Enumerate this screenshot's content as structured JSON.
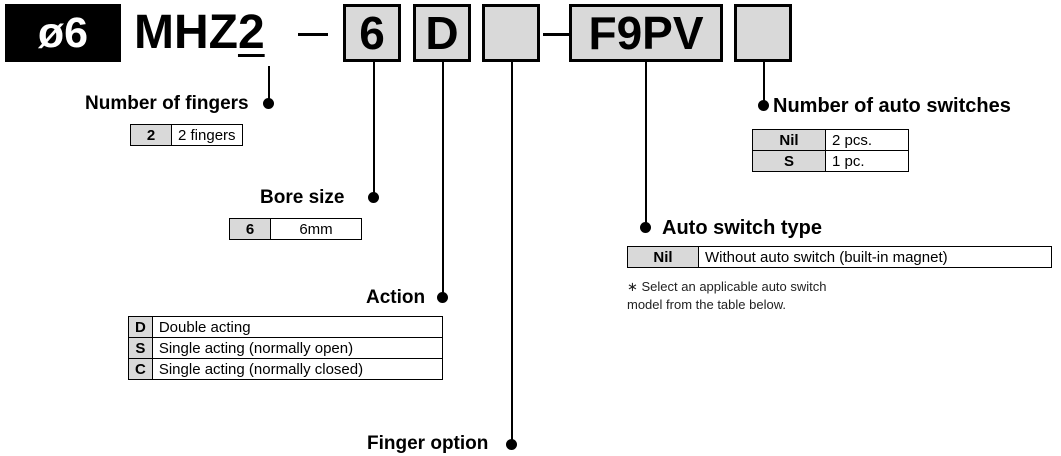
{
  "header": {
    "bore_badge": "ø6",
    "series_prefix": "MHZ",
    "series_fingers_digit": "2",
    "code_bore": "6",
    "code_action": "D",
    "code_finger_option": "",
    "code_switch_type": "F9PV",
    "code_switch_count": ""
  },
  "number_of_fingers": {
    "label": "Number of fingers",
    "rows": [
      {
        "code": "2",
        "desc": "2 fingers"
      }
    ]
  },
  "bore_size": {
    "label": "Bore size",
    "rows": [
      {
        "code": "6",
        "desc": "6mm"
      }
    ]
  },
  "action": {
    "label": "Action",
    "rows": [
      {
        "code": "D",
        "desc": "Double acting"
      },
      {
        "code": "S",
        "desc": "Single acting (normally open)"
      },
      {
        "code": "C",
        "desc": "Single acting (normally closed)"
      }
    ]
  },
  "finger_option": {
    "label": "Finger option"
  },
  "auto_switch_type": {
    "label": "Auto switch type",
    "rows": [
      {
        "code": "Nil",
        "desc": "Without auto switch (built-in magnet)"
      }
    ],
    "note": "∗ Select an applicable auto switch model from the table below."
  },
  "number_of_auto_switches": {
    "label": "Number of auto switches",
    "rows": [
      {
        "code": "Nil",
        "desc": "2 pcs."
      },
      {
        "code": "S",
        "desc": "1 pc."
      }
    ]
  }
}
